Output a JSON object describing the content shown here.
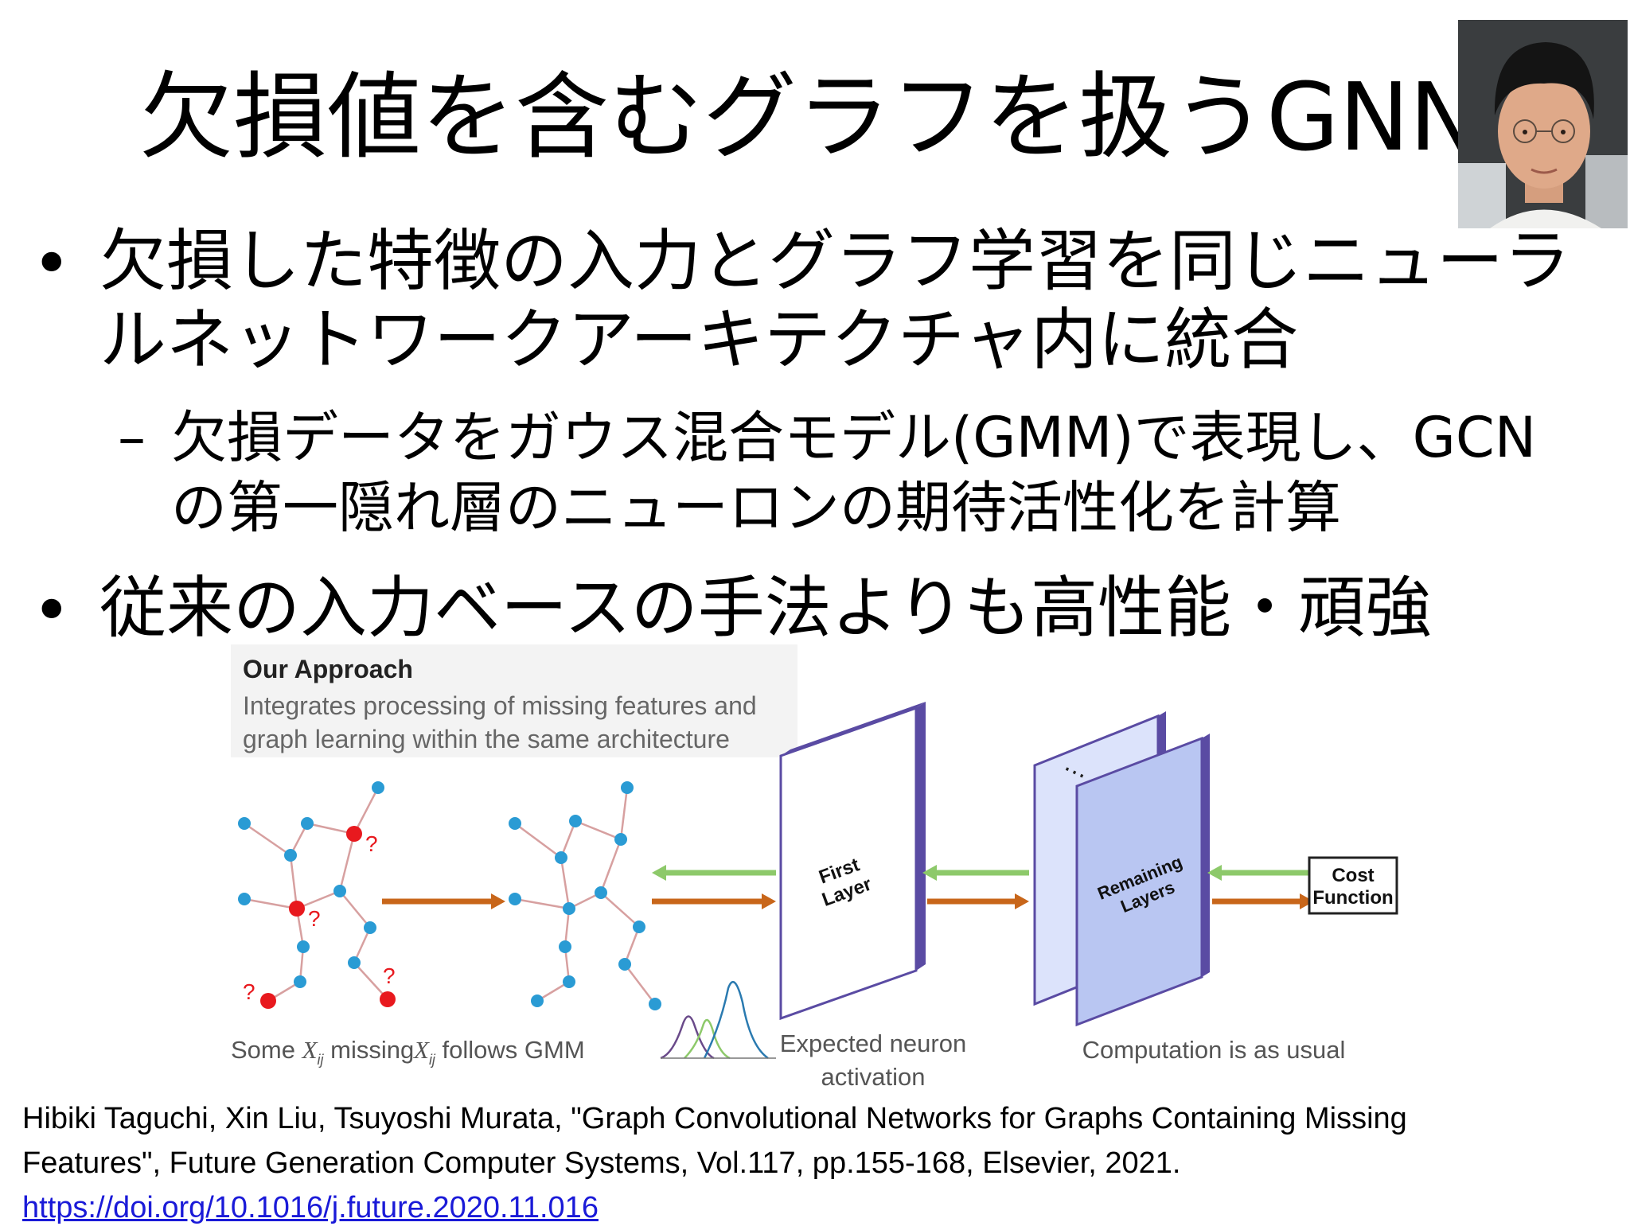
{
  "slide": {
    "title": "欠損値を含むグラフを扱うGNN",
    "bullets": [
      {
        "marker": "•",
        "lines": [
          "欠損した特徴の入力とグラフ学習を同じニューラ",
          "ルネットワークアーキテクチャ内に統合"
        ]
      },
      {
        "marker": "•",
        "lines": [
          "従来の入力ベースの手法よりも高性能・頑強"
        ]
      }
    ],
    "subbullet": {
      "marker": "–",
      "lines": [
        "欠損データをガウス混合モデル(GMM)で表現し、GCN",
        "の第一隠れ層のニューロンの期待活性化を計算"
      ]
    }
  },
  "figure": {
    "heading": "Our Approach",
    "description": [
      "Integrates processing of missing features and",
      "graph learning within the same architecture"
    ],
    "first_layer_label": [
      "First",
      "Layer"
    ],
    "remaining_layers_label": [
      "Remaining",
      "Layers"
    ],
    "cost_function_label": [
      "Cost",
      "Function"
    ],
    "question_mark": "?",
    "ellipsis": "⋯",
    "captions": {
      "missing_prefix": "Some ",
      "missing_var": "X",
      "missing_sub": "ij",
      "missing_suffix": " missing",
      "gmm_var": "X",
      "gmm_sub": "ij",
      "gmm_suffix": " follows GMM",
      "expected": [
        "Expected neuron",
        "activation"
      ],
      "usual": "Computation is as usual"
    },
    "colors": {
      "node": "#2a9bd4",
      "missing_node": "#e8191e",
      "forward_arrow": "#c8661a",
      "backward_arrow": "#8dc96a",
      "layer_dark": "#5a4ba3",
      "layer_light": "#b9c6f2"
    }
  },
  "citation": {
    "line1": "Hibiki Taguchi, Xin Liu, Tsuyoshi Murata, \"Graph Convolutional Networks for Graphs Containing Missing",
    "line2": "Features\", Future Generation Computer Systems, Vol.117, pp.155-168, Elsevier, 2021.",
    "link": "https://doi.org/10.1016/j.future.2020.11.016"
  },
  "photo": {
    "icon": "presenter-photo"
  }
}
